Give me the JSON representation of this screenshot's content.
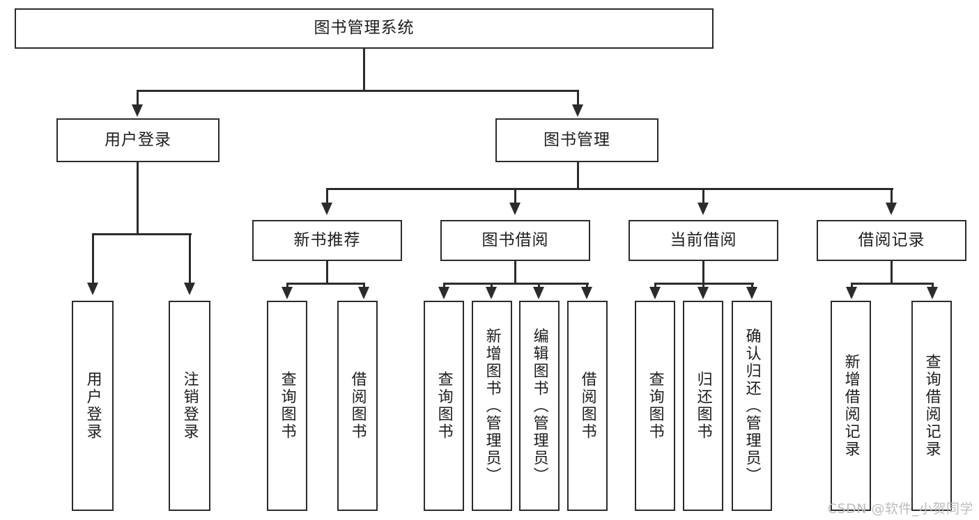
{
  "diagram": {
    "title": "图书管理系统",
    "type": "tree-hierarchy-diagram",
    "root": {
      "label": "图书管理系统"
    },
    "level2": [
      {
        "id": "user-login",
        "label": "用户登录"
      },
      {
        "id": "book-management",
        "label": "图书管理"
      }
    ],
    "level3": [
      {
        "id": "new-book-recommend",
        "label": "新书推荐"
      },
      {
        "id": "book-borrow",
        "label": "图书借阅"
      },
      {
        "id": "current-borrow",
        "label": "当前借阅"
      },
      {
        "id": "borrow-record",
        "label": "借阅记录"
      }
    ],
    "leaves": {
      "user_login": [
        {
          "id": "leaf-user-login",
          "label": "用户登录"
        },
        {
          "id": "leaf-logout-login",
          "label": "注销登录"
        }
      ],
      "new_book_recommend": [
        {
          "id": "leaf-query-book-1",
          "label": "查询图书"
        },
        {
          "id": "leaf-borrow-book-1",
          "label": "借阅图书"
        }
      ],
      "book_borrow": [
        {
          "id": "leaf-query-book-2",
          "label": "查询图书"
        },
        {
          "id": "leaf-add-book",
          "label": "新增图书（管理员）"
        },
        {
          "id": "leaf-edit-book",
          "label": "编辑图书（管理员）"
        },
        {
          "id": "leaf-borrow-book-2",
          "label": "借阅图书"
        }
      ],
      "current_borrow": [
        {
          "id": "leaf-query-book-3",
          "label": "查询图书"
        },
        {
          "id": "leaf-return-book",
          "label": "归还图书"
        },
        {
          "id": "leaf-confirm-return",
          "label": "确认归还（管理员）"
        }
      ],
      "borrow_record": [
        {
          "id": "leaf-add-record",
          "label": "新增借阅记录"
        },
        {
          "id": "leaf-query-record",
          "label": "查询借阅记录"
        }
      ]
    }
  },
  "watermark": {
    "text": "CSDN @软件_小贺同学"
  },
  "colors": {
    "border": "#2b2b2b",
    "background": "#ffffff",
    "text": "#1d1d1d",
    "watermark": "#b9bcc0"
  }
}
